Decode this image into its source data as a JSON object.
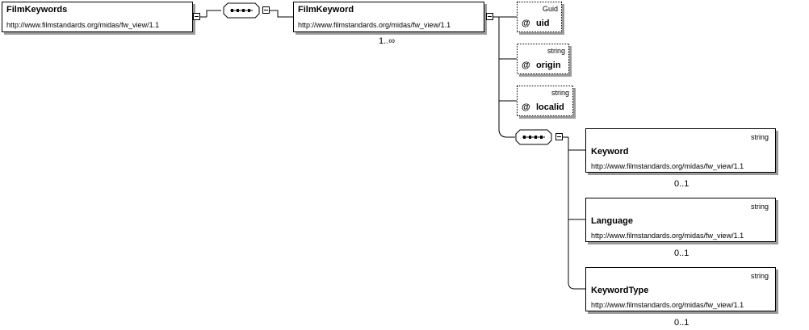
{
  "root": {
    "name": "FilmKeywords",
    "namespace": "http://www.filmstandards.org/midas/fw_view/1.1"
  },
  "child": {
    "name": "FilmKeyword",
    "namespace": "http://www.filmstandards.org/midas/fw_view/1.1",
    "cardinality": "1..∞"
  },
  "attributes": [
    {
      "type": "Guid",
      "marker": "@",
      "name": "uid"
    },
    {
      "type": "string",
      "marker": "@",
      "name": "origin"
    },
    {
      "type": "string",
      "marker": "@",
      "name": "localid"
    }
  ],
  "elements": [
    {
      "type": "string",
      "name": "Keyword",
      "namespace": "http://www.filmstandards.org/midas/fw_view/1.1",
      "cardinality": "0..1"
    },
    {
      "type": "string",
      "name": "Language",
      "namespace": "http://www.filmstandards.org/midas/fw_view/1.1",
      "cardinality": "0..1"
    },
    {
      "type": "string",
      "name": "KeywordType",
      "namespace": "http://www.filmstandards.org/midas/fw_view/1.1",
      "cardinality": "0..1"
    }
  ]
}
